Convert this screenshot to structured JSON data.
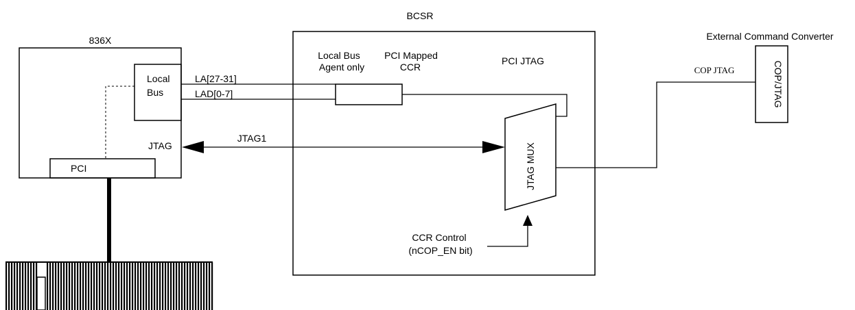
{
  "labels": {
    "bcsr": "BCSR",
    "chip": "836X",
    "converter": "External Command Converter",
    "local_bus_l1": "Local",
    "local_bus_l2": "Bus",
    "pci": "PCI",
    "jtag": "JTAG",
    "la_bus": "LA[27-31]",
    "lad_bus": "LAD[0-7]",
    "jtag1": "JTAG1",
    "agent_l1": "Local Bus",
    "agent_l2": "Agent only",
    "ccr_l1": "PCI Mapped",
    "ccr_l2": "CCR",
    "pci_jtag": "PCI JTAG",
    "jtag_mux": "JTAG MUX",
    "ccr_control_l1": "CCR Control",
    "ccr_control_l2": "(nCOP_EN bit)",
    "cop_jtag": "COP JTAG",
    "cop_box": "COP/JTAG"
  }
}
